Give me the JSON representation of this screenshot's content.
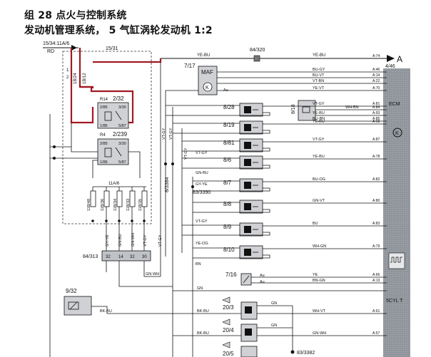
{
  "header": {
    "title": "组 28 点火与控制系统",
    "subtitle": "发动机管理系统， 5 气缸涡轮发动机 1:2"
  },
  "labels": {
    "source": "15/34:11A/6",
    "rd": "RD",
    "fuse_box": "15/31",
    "relay_a": "R14",
    "relay_a_ref": "2/32",
    "relay_b": "R4",
    "relay_b_ref": "2/239",
    "relay_pin1": "1",
    "relay_pin2": "2",
    "wire_1b24": "1B/24",
    "wire_1b12": "1B/12",
    "pin_2_85": "2/85",
    "pin_3_30": "3/30",
    "pin_1_86": "1/86",
    "pin_5_87": "5/87",
    "fuse_11a6": "11A/6",
    "fuse_1": "11B/48",
    "fuse_2": "11B/36",
    "fuse_3": "11B/34",
    "fuse_4": "11B/33",
    "fuse_5": "11B/35",
    "connector": "84/313",
    "conn_pin_1": "32",
    "conn_pin_2": "14",
    "conn_pin_3": "32",
    "conn_pin_4": "30",
    "splice_1": "84/320",
    "splice_2": "8/3384",
    "splice_3": "83/3390",
    "splice_4": "83/3382",
    "ecm_ref": "4/46",
    "ecm": "ECM",
    "cyl_t": "5CYL T",
    "maf": "MAF",
    "maf_ref": "7/17",
    "arrow_a": "A",
    "comp_9_32": "9/32",
    "comp_8_18": "8/18",
    "comp_7_16": "7/16",
    "comp_20_3": "20/3",
    "comp_20_4": "20/4",
    "comp_20_5": "20/5",
    "ye_bu": "YE-BU",
    "au": "Au",
    "gy_ye": "GY-YE",
    "gn_bu": "GN-BU",
    "vt_gy": "VT-GY",
    "gy_ye2": "GY-YE",
    "gn_wh": "GN-WH",
    "gn_wh2": "GN-WH",
    "bk_bu": "BK-BU",
    "gn": "GN",
    "ye_og": "YE-OG",
    "bn": "BN"
  },
  "sensors": [
    {
      "ref": "8/28",
      "wire": "VT-GY",
      "pin": "A:81"
    },
    {
      "ref": "8/19",
      "wire": "YE-BU",
      "pin": "A:58"
    },
    {
      "ref": "8/81",
      "wire": "VT-GY",
      "pin": "A:87"
    },
    {
      "ref": "8/6",
      "wire": "YE-BU",
      "pin": "A:78"
    },
    {
      "ref": "8/7",
      "wire": "BU-OG",
      "pin": "A:82"
    },
    {
      "ref": "8/8",
      "wire": "GN-VT",
      "pin": "A:80"
    },
    {
      "ref": "8/9",
      "wire": "BU",
      "pin": "A:83"
    },
    {
      "ref": "8/10",
      "wire": "WH-GN",
      "pin": "A:79"
    }
  ],
  "ecm_pins": [
    {
      "wire": "YE-BU",
      "pin": "A:74"
    },
    {
      "wire": "BU-GY",
      "pin": "A:46"
    },
    {
      "wire": "BU-VT",
      "pin": "A:14"
    },
    {
      "wire": "VT-BN",
      "pin": "A:22"
    },
    {
      "wire": "YE-VT",
      "pin": "A:70"
    },
    {
      "wire": "WH-BN",
      "pin": "A:84"
    },
    {
      "wire": "YE-BU",
      "pin": "A:93"
    },
    {
      "wire": "BU-BN",
      "pin": "A:85"
    },
    {
      "wire": "YE",
      "pin": "A:66"
    },
    {
      "wire": "BN-GN",
      "pin": "A:13"
    },
    {
      "wire": "WH-VT",
      "pin": "A:61"
    },
    {
      "wire": "GN-WH",
      "pin": "A:57"
    }
  ]
}
